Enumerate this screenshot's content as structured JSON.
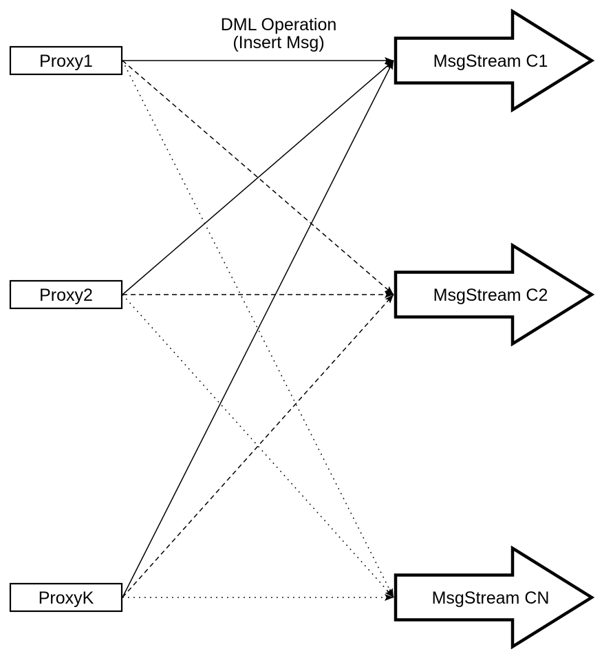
{
  "diagram": {
    "background_color": "#ffffff",
    "stroke_color": "#000000",
    "node_fill_color": "#ffffff",
    "annotation": {
      "line1": "DML Operation",
      "line2": "(Insert Msg)"
    },
    "proxies": [
      {
        "label": "Proxy1"
      },
      {
        "label": "Proxy2"
      },
      {
        "label": "ProxyK"
      }
    ],
    "streams": [
      {
        "label": "MsgStream C1",
        "incoming_line_style": "solid"
      },
      {
        "label": "MsgStream C2",
        "incoming_line_style": "dashed"
      },
      {
        "label": "MsgStream CN",
        "incoming_line_style": "dotted"
      }
    ],
    "edges": [
      {
        "from": "Proxy1",
        "to": "MsgStream C1",
        "style": "solid"
      },
      {
        "from": "Proxy2",
        "to": "MsgStream C1",
        "style": "solid"
      },
      {
        "from": "ProxyK",
        "to": "MsgStream C1",
        "style": "solid"
      },
      {
        "from": "Proxy1",
        "to": "MsgStream C2",
        "style": "dashed"
      },
      {
        "from": "Proxy2",
        "to": "MsgStream C2",
        "style": "dashed"
      },
      {
        "from": "ProxyK",
        "to": "MsgStream C2",
        "style": "dashed"
      },
      {
        "from": "Proxy1",
        "to": "MsgStream CN",
        "style": "dotted"
      },
      {
        "from": "Proxy2",
        "to": "MsgStream CN",
        "style": "dotted"
      },
      {
        "from": "ProxyK",
        "to": "MsgStream CN",
        "style": "dotted"
      }
    ]
  }
}
